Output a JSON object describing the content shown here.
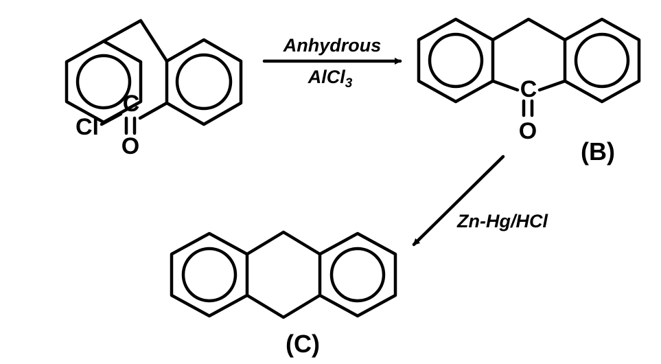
{
  "reactant": {
    "atoms": {
      "carbon": "C",
      "chlorine": "Cl",
      "oxygen": "O"
    }
  },
  "step1": {
    "reagent_line1": "Anhydrous",
    "reagent_line2_main": "AlCl",
    "reagent_line2_sub": "3"
  },
  "product_b": {
    "atoms": {
      "carbon": "C",
      "oxygen": "O"
    },
    "label": "(B)"
  },
  "step2": {
    "reagent": "Zn-Hg/HCl"
  },
  "product_c": {
    "label": "(C)"
  }
}
